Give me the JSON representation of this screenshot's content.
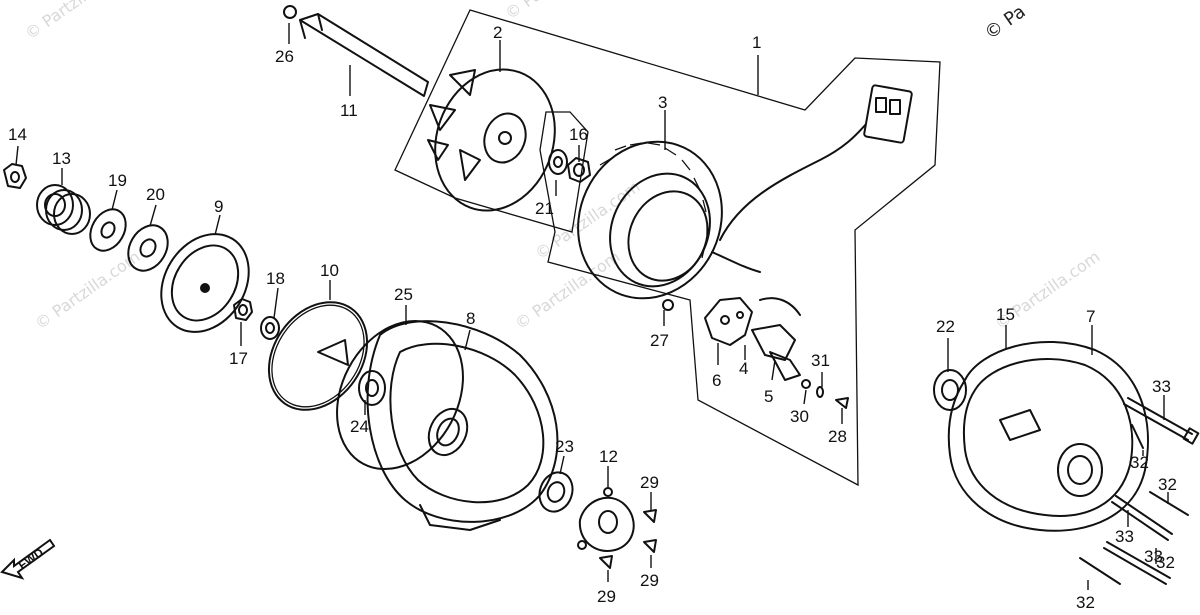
{
  "watermarks": [
    "© Partzilla.com",
    "© Partzilla.com",
    "© Partzilla.com",
    "© Partzilla.com",
    "© Partzilla.com",
    "© Partzilla.com"
  ],
  "copyright": "© Pa",
  "fwd_label": "FWD",
  "callouts": {
    "p1": "1",
    "p2": "2",
    "p3": "3",
    "p4": "4",
    "p5": "5",
    "p6": "6",
    "p7": "7",
    "p8": "8",
    "p9": "9",
    "p10": "10",
    "p11": "11",
    "p12": "12",
    "p13": "13",
    "p14": "14",
    "p15": "15",
    "p16": "16",
    "p17": "17",
    "p18": "18",
    "p19": "19",
    "p20": "20",
    "p21": "21",
    "p22": "22",
    "p23": "23",
    "p24": "24",
    "p25": "25",
    "p26": "26",
    "p27": "27",
    "p28": "28",
    "p29a": "29",
    "p29b": "29",
    "p29c": "29",
    "p30": "30",
    "p31": "31",
    "p32a": "32",
    "p32b": "32",
    "p32c": "32",
    "p32d": "32",
    "p33a": "33",
    "p33b": "33",
    "p33c": "33"
  }
}
